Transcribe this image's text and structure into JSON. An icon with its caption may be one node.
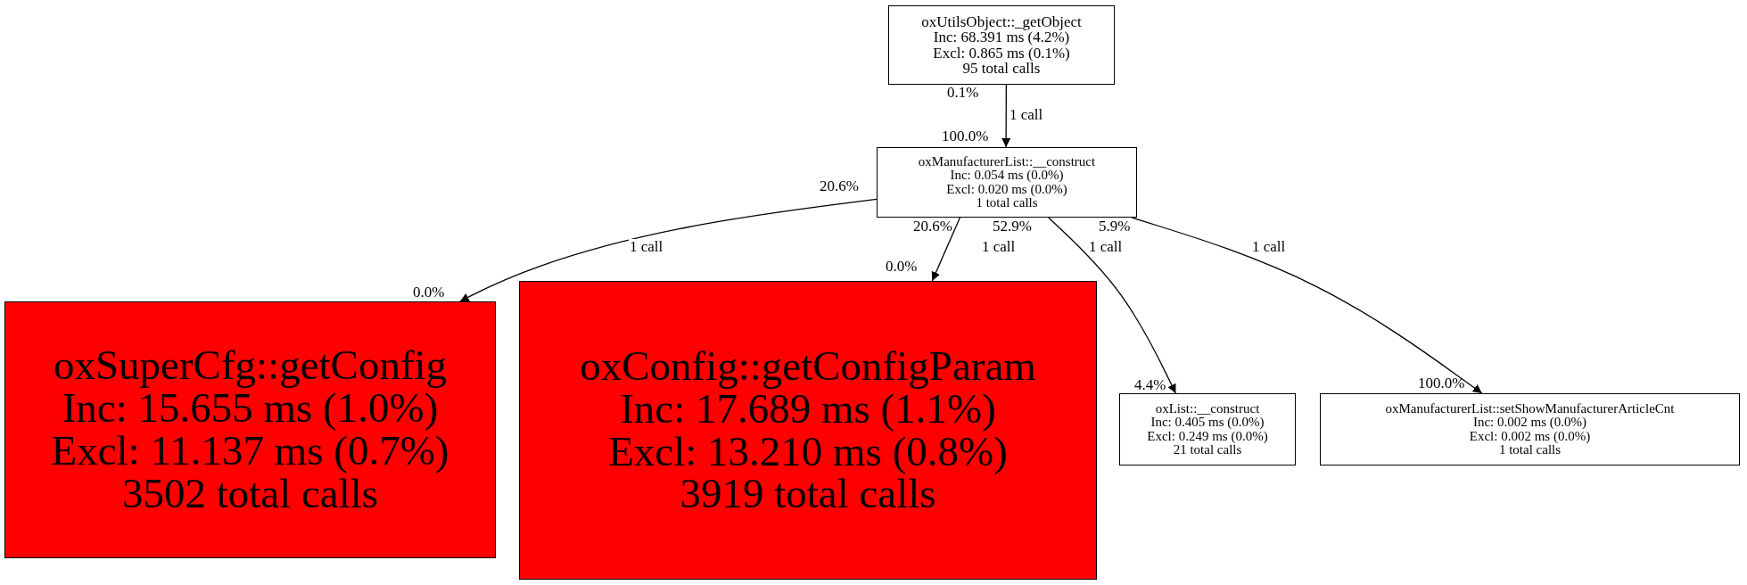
{
  "diagram": {
    "nodes": [
      {
        "text": [
          "oxUtilsObject::_getObject",
          "Inc: 68.391 ms (4.2%)",
          "Excl: 0.865 ms (0.1%)",
          "95 total calls"
        ]
      },
      {
        "text": [
          "oxManufacturerList::__construct",
          "Inc: 0.054 ms (0.0%)",
          "Excl: 0.020 ms (0.0%)",
          "1 total calls"
        ]
      },
      {
        "text": [
          "oxSuperCfg::getConfig",
          "Inc: 15.655 ms (1.0%)",
          "Excl: 11.137 ms (0.7%)",
          "3502 total calls"
        ]
      },
      {
        "text": [
          "oxConfig::getConfigParam",
          "Inc: 17.689 ms (1.1%)",
          "Excl: 13.210 ms (0.8%)",
          "3919 total calls"
        ]
      },
      {
        "text": [
          "oxList::__construct",
          "Inc: 0.405 ms (0.0%)",
          "Excl: 0.249 ms (0.0%)",
          "21 total calls"
        ]
      },
      {
        "text": [
          "oxManufacturerList::setShowManufacturerArticleCnt",
          "Inc: 0.002 ms (0.0%)",
          "Excl: 0.002 ms (0.0%)",
          "1 total calls"
        ]
      }
    ],
    "edges": [
      {
        "from": 0,
        "to": 1,
        "arrow": "to",
        "label": "1 call"
      },
      {
        "from": 1,
        "to": 2,
        "arrow": "to",
        "label": "1 call"
      },
      {
        "from": 1,
        "to": 3,
        "arrow": "to",
        "label": "1 call"
      },
      {
        "from": 1,
        "to": 4,
        "arrow": "to",
        "label": "1 call"
      },
      {
        "from": 1,
        "to": 5,
        "arrow": "to",
        "label": "1 call"
      }
    ],
    "labels": [
      "0.1%",
      "100.0%",
      "20.6%",
      "20.6%",
      "52.9%",
      "5.9%",
      "0.0%",
      "0.0%",
      "4.4%",
      "100.0%"
    ]
  }
}
